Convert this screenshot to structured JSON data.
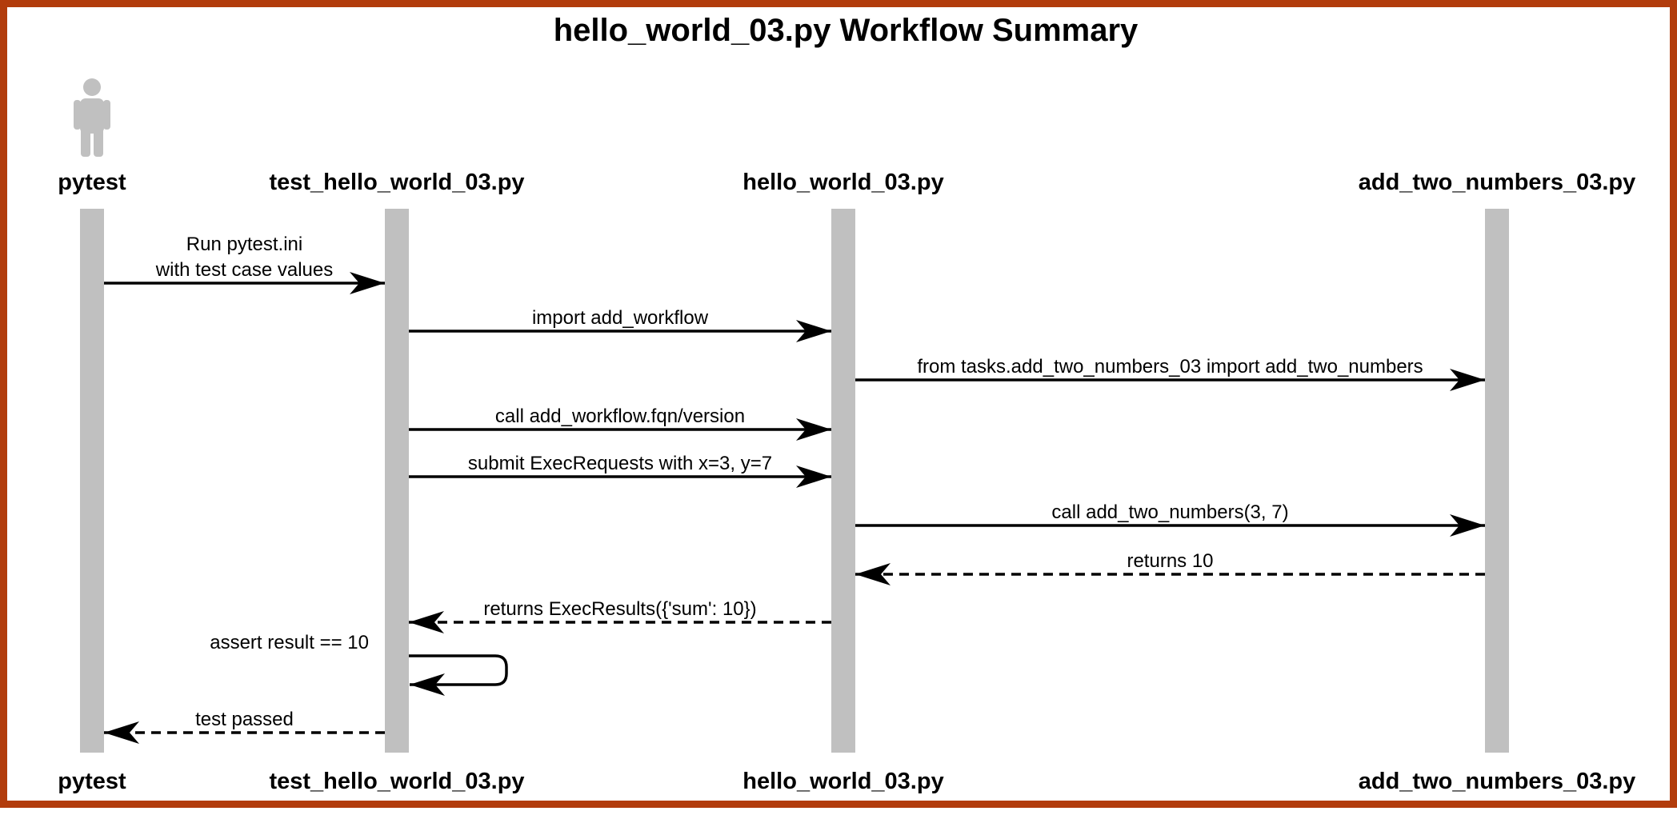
{
  "diagram": {
    "title": "hello_world_03.py Workflow Summary",
    "participants": [
      {
        "id": "pytest",
        "label": "pytest",
        "actor": true
      },
      {
        "id": "test",
        "label": "test_hello_world_03.py",
        "actor": false
      },
      {
        "id": "hello",
        "label": "hello_world_03.py",
        "actor": false
      },
      {
        "id": "add",
        "label": "add_two_numbers_03.py",
        "actor": false
      }
    ],
    "messages": [
      {
        "from": "pytest",
        "to": "test",
        "lines": [
          "Run pytest.ini",
          "with test case values"
        ],
        "style": "solid"
      },
      {
        "from": "test",
        "to": "hello",
        "lines": [
          "import add_workflow"
        ],
        "style": "solid"
      },
      {
        "from": "hello",
        "to": "add",
        "lines": [
          "from tasks.add_two_numbers_03 import add_two_numbers"
        ],
        "style": "solid"
      },
      {
        "from": "test",
        "to": "hello",
        "lines": [
          "call add_workflow.fqn/version"
        ],
        "style": "solid"
      },
      {
        "from": "test",
        "to": "hello",
        "lines": [
          "submit ExecRequests with x=3, y=7"
        ],
        "style": "solid"
      },
      {
        "from": "hello",
        "to": "add",
        "lines": [
          "call add_two_numbers(3, 7)"
        ],
        "style": "solid"
      },
      {
        "from": "add",
        "to": "hello",
        "lines": [
          "returns 10"
        ],
        "style": "dashed"
      },
      {
        "from": "hello",
        "to": "test",
        "lines": [
          "returns ExecResults({'sum': 10})"
        ],
        "style": "dashed"
      },
      {
        "from": "test",
        "to": "test",
        "lines": [
          "assert result == 10"
        ],
        "style": "solid"
      },
      {
        "from": "test",
        "to": "pytest",
        "lines": [
          "test passed"
        ],
        "style": "dashed"
      }
    ],
    "colors": {
      "border": "#b23c0c",
      "lifeline": "#c0c0c0",
      "actor": "#c0c0c0",
      "line": "#000000"
    }
  }
}
